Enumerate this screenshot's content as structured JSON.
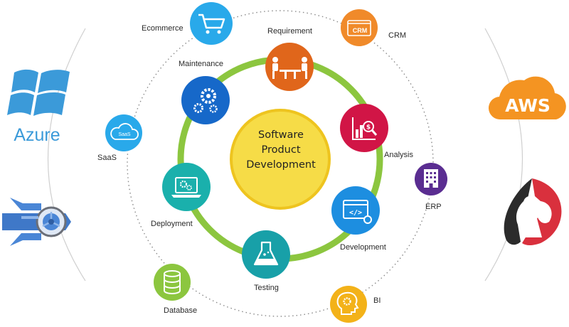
{
  "center": {
    "line1": "Software",
    "line2": "Product",
    "line3": "Development"
  },
  "inner_cycle": [
    {
      "label": "Requirement",
      "icon": "meeting-icon",
      "color": "#e0661b"
    },
    {
      "label": "Analysis",
      "icon": "analysis-chart-icon",
      "color": "#d11546"
    },
    {
      "label": "Development",
      "icon": "code-window-icon",
      "color": "#1d8ee0"
    },
    {
      "label": "Testing",
      "icon": "lab-flask-icon",
      "color": "#18a0a8"
    },
    {
      "label": "Deployment",
      "icon": "laptop-gear-icon",
      "color": "#1ab0ac"
    },
    {
      "label": "Maintenance",
      "icon": "gears-icon",
      "color": "#1668c9"
    }
  ],
  "outer_ring": [
    {
      "label": "Ecommerce",
      "icon": "shopping-cart-icon",
      "color": "#29a9ea"
    },
    {
      "label": "CRM",
      "icon": "crm-window-icon",
      "color": "#f08a2a",
      "icon_text": "CRM"
    },
    {
      "label": "ERP",
      "icon": "building-icon",
      "color": "#5a2d91"
    },
    {
      "label": "BI",
      "icon": "head-gear-icon",
      "color": "#f3b219"
    },
    {
      "label": "Database",
      "icon": "database-icon",
      "color": "#8cc63f"
    },
    {
      "label": "SaaS",
      "icon": "cloud-icon",
      "color": "#29a9ea",
      "icon_text": "SaaS"
    }
  ],
  "platforms": {
    "azure": {
      "label": "Azure",
      "color": "#3b9ad9"
    },
    "aws": {
      "label": "AWS",
      "color": "#f49422"
    },
    "app_engine": {
      "icon": "app-engine-icon",
      "color": "#4a86d6"
    },
    "rackspace": {
      "icon": "rackspace-icon",
      "color": "#d9303d"
    }
  },
  "colors": {
    "green_ring": "#8cc63f",
    "center_fill": "#f6dc47",
    "center_stroke": "#eec41f",
    "dotted": "#8a8a8a",
    "side_arc": "#cfcfcf"
  }
}
